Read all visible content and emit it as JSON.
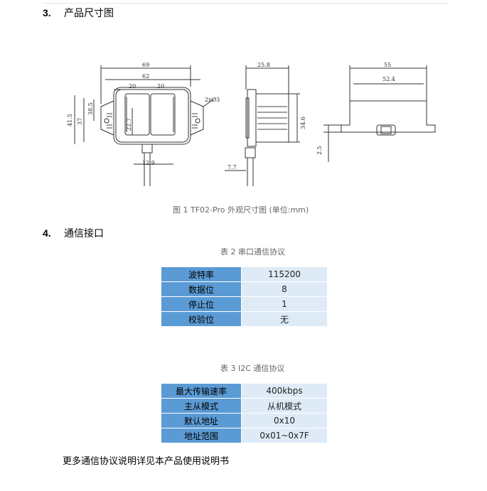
{
  "section3": {
    "number": "3.",
    "title": "产品尺寸图"
  },
  "drawing": {
    "front": {
      "overall_width": "69",
      "body_width": "62",
      "left_half": "20",
      "right_half": "20",
      "overall_height": "41.5",
      "mount_height": "37",
      "inner_height": "38.5",
      "lens_height": "22.7",
      "cable_offset": "12.9",
      "hole_label": "2xØ3"
    },
    "side": {
      "depth": "25.8",
      "height": "34.6",
      "cable": "7.7"
    },
    "bottom": {
      "outer": "55",
      "inner": "52.4",
      "offset": "2.5"
    }
  },
  "figure_caption": "图 1 TF02-Pro 外观尺寸图 (单位:mm)",
  "section4": {
    "number": "4.",
    "title": "通信接口"
  },
  "table2": {
    "caption": "表 2 串口通信协议",
    "rows": [
      {
        "key": "波特率",
        "value": "115200"
      },
      {
        "key": "数据位",
        "value": "8"
      },
      {
        "key": "停止位",
        "value": "1"
      },
      {
        "key": "校验位",
        "value": "无"
      }
    ]
  },
  "table3": {
    "caption": "表 3 I2C 通信协议",
    "rows": [
      {
        "key": "最大传输速率",
        "value": "400kbps"
      },
      {
        "key": "主从模式",
        "value": "从机模式"
      },
      {
        "key": "默认地址",
        "value": "0x10"
      },
      {
        "key": "地址范围",
        "value": "0x01~0x7F"
      }
    ]
  },
  "footnote": "更多通信协议说明详见本产品使用说明书"
}
